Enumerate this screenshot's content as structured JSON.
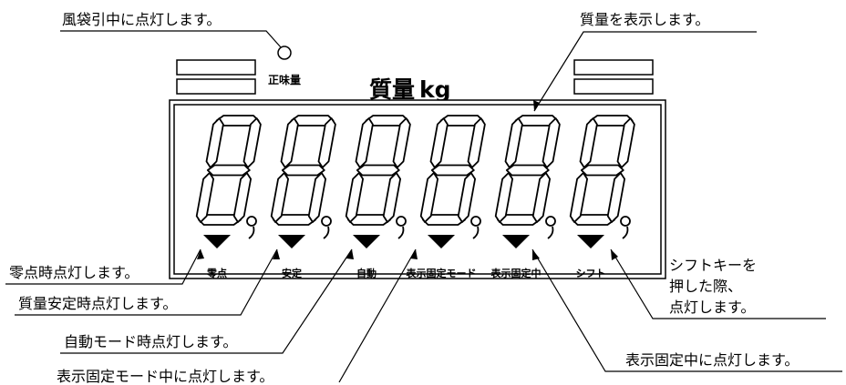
{
  "panel": {
    "title": "質量",
    "unit": "kg",
    "net_label": "正味量",
    "digit_count": 6,
    "digit_pattern": "8",
    "indicators": [
      "零点",
      "安定",
      "自動",
      "表示固定モード",
      "表示固定中",
      "シフト"
    ]
  },
  "callouts": {
    "net": "風袋引中に点灯します。",
    "mass": "質量を表示します。",
    "zero": "零点時点灯します。",
    "stable": "質量安定時点灯します。",
    "auto": "自動モード時点灯します。",
    "hold_mode": "表示固定モード中に点灯します。",
    "hold": "表示固定中に点灯します。",
    "shift": [
      "シフトキーを",
      "押した際、",
      "点灯します。"
    ]
  }
}
